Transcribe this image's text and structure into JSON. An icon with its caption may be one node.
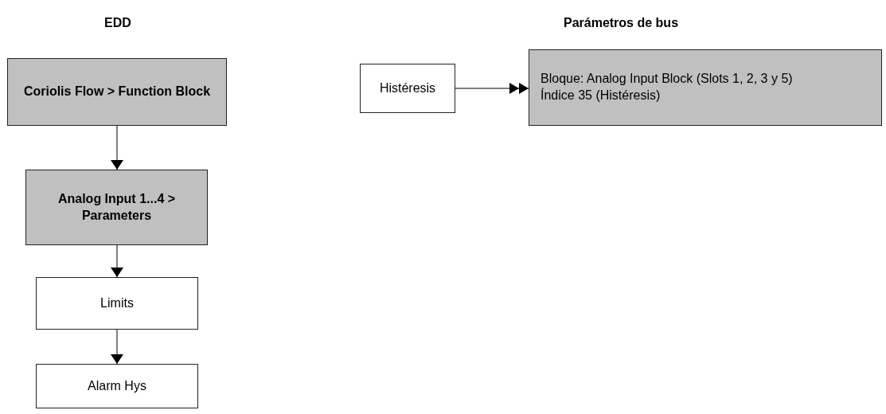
{
  "diagram": {
    "nodes": [
      {
        "text": [
          "Coriolis Flow > Function Block"
        ]
      },
      {
        "text": [
          "Analog Input 1...4 > Parameters"
        ]
      },
      {
        "text": [
          "Limits"
        ]
      },
      {
        "text": [
          "Alarm Hys"
        ]
      },
      {
        "text": [
          "Histéresis"
        ]
      },
      {
        "text": [
          "Bloque: Analog Input Block (Slots 1, 2, 3 y 5)",
          "Índice 35 (Histéresis)"
        ]
      }
    ],
    "edges": [
      {
        "from": 0,
        "to": 1,
        "arrow": "to"
      },
      {
        "from": 1,
        "to": 2,
        "arrow": "to"
      },
      {
        "from": 2,
        "to": 3,
        "arrow": "to"
      },
      {
        "from": 4,
        "to": 5,
        "arrow": "to"
      }
    ],
    "labels": [
      "EDD",
      "Parámetros de bus"
    ]
  }
}
